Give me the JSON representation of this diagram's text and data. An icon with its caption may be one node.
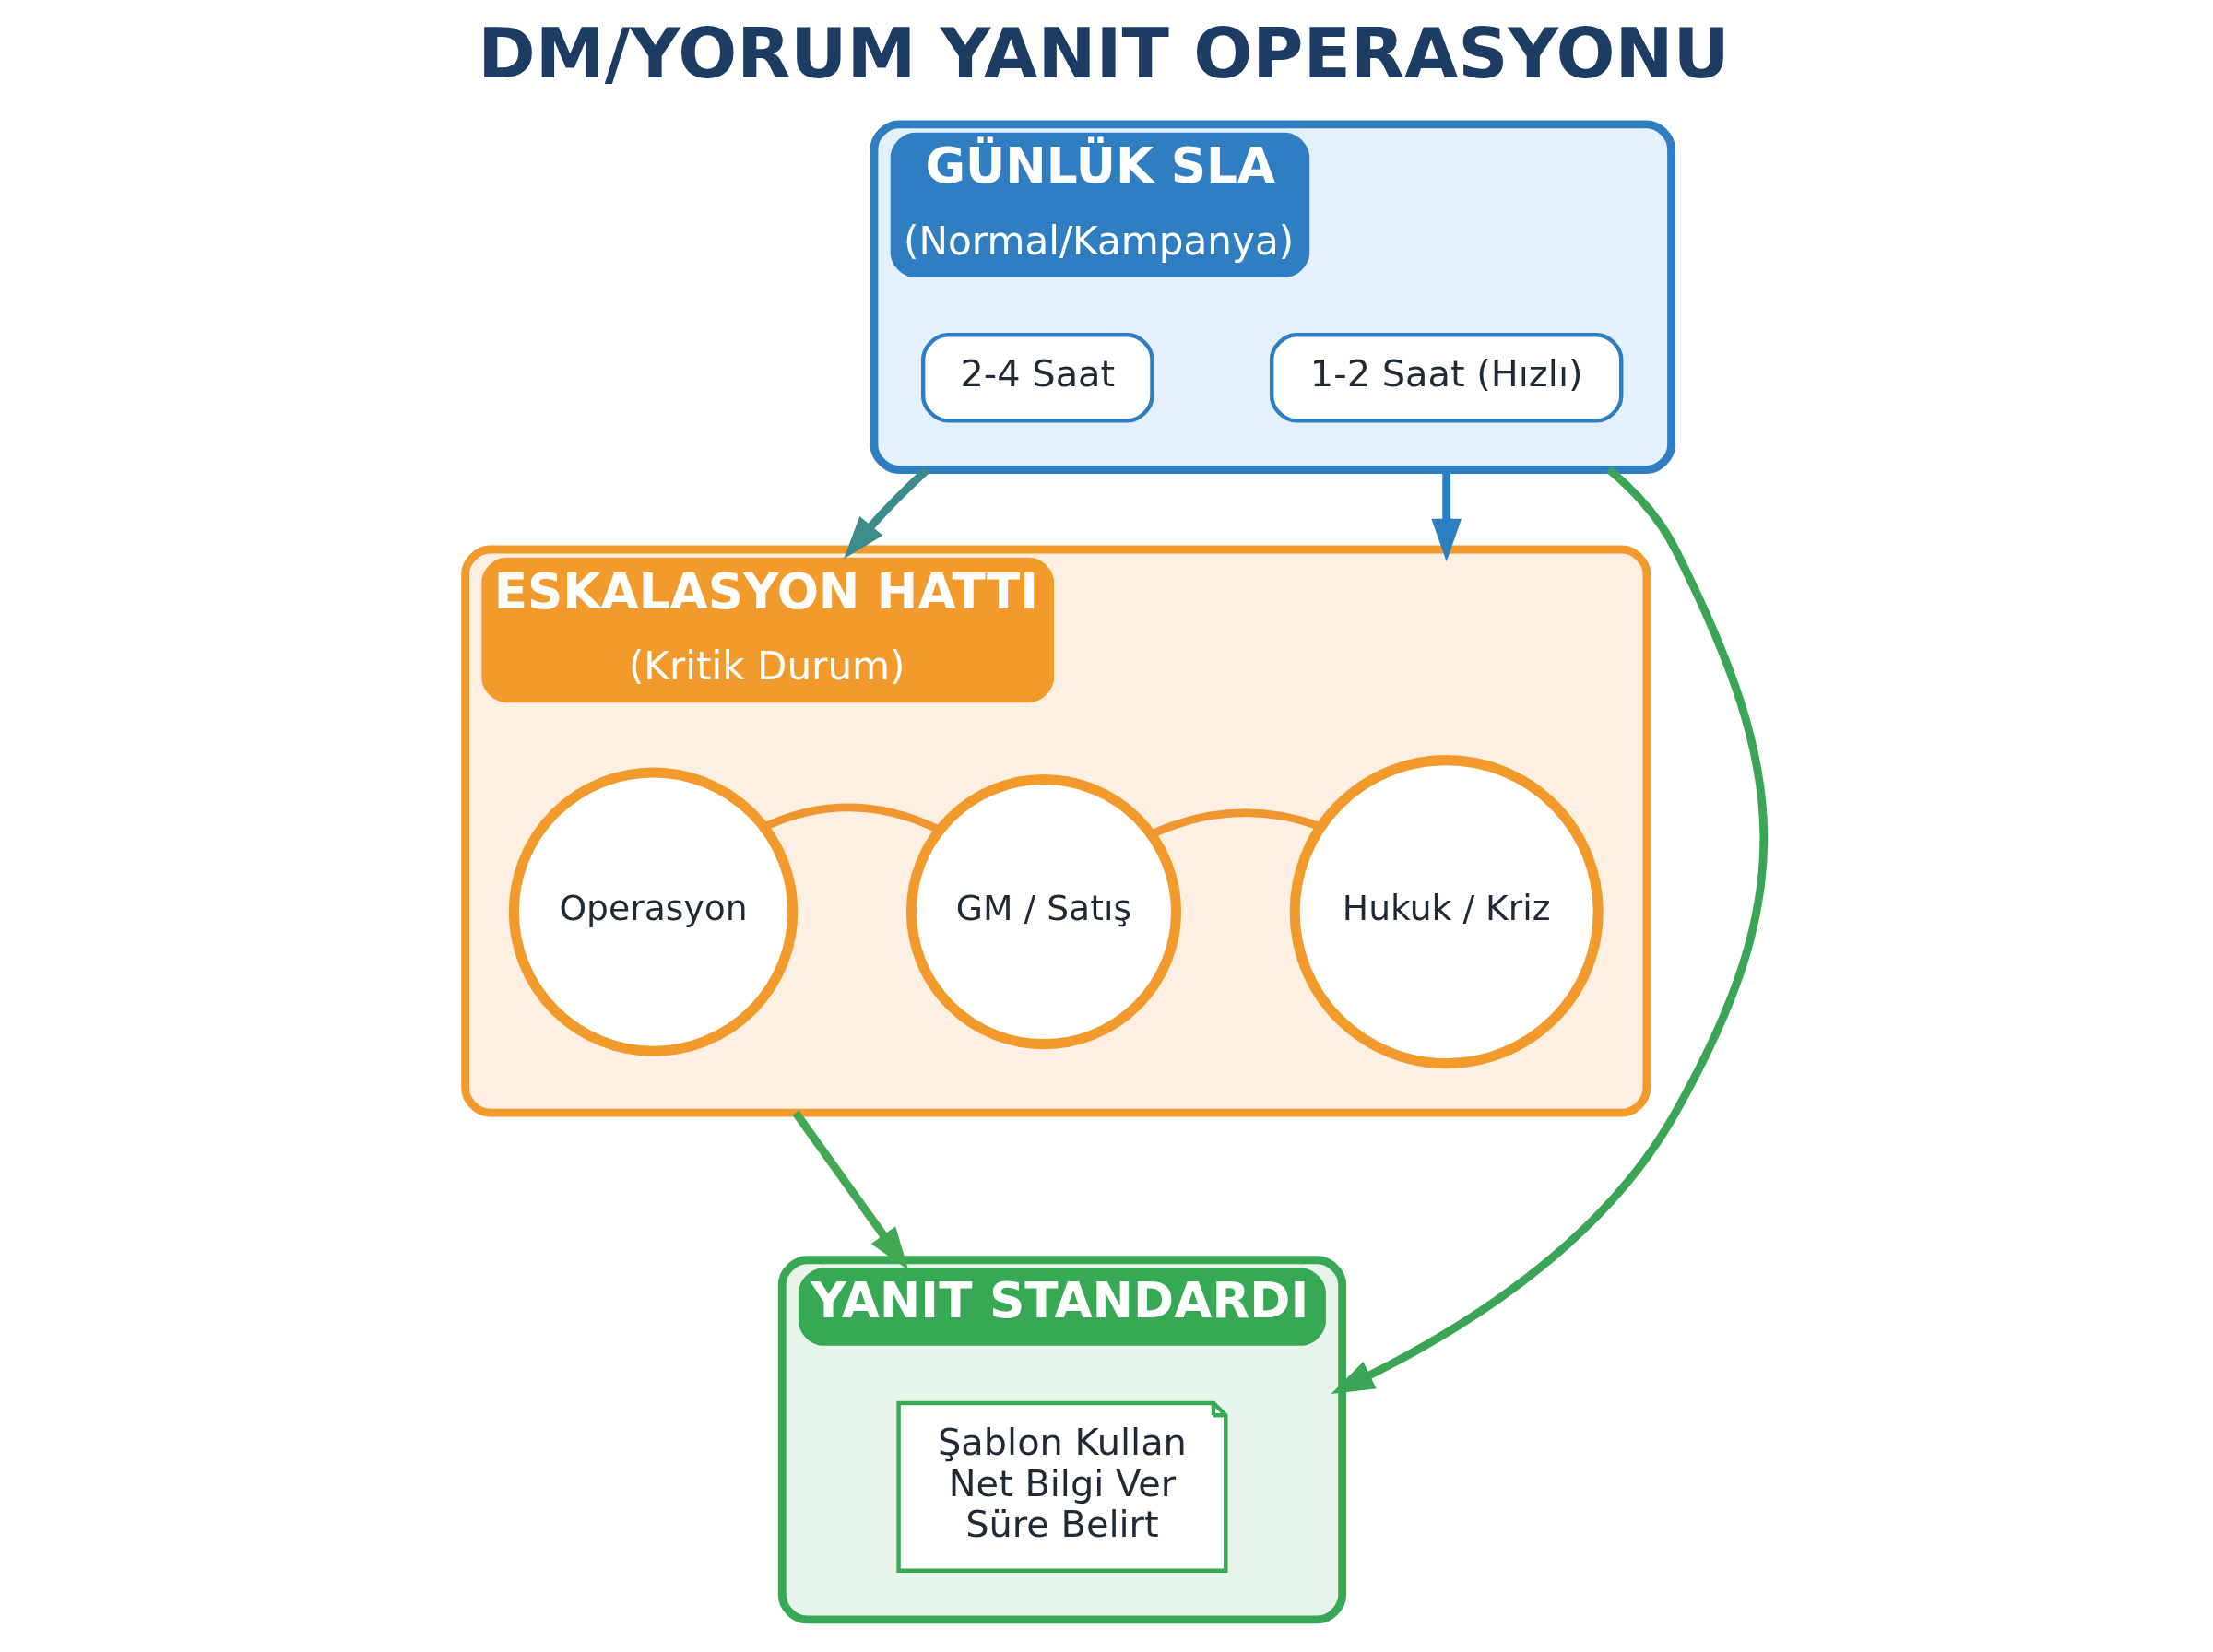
{
  "diagram": {
    "title": "DM/YORUM YANIT OPERASYONU",
    "nodes": [
      {
        "text": [
          "GÜNLÜK SLA",
          "(Normal/Kampanya)"
        ]
      },
      {
        "text": [
          "2-4 Saat"
        ],
        "in": 0
      },
      {
        "text": [
          "1-2 Saat (Hızlı)"
        ],
        "in": 0
      },
      {
        "text": [
          "ESKALASYON HATTI",
          "(Kritik Durum)"
        ]
      },
      {
        "text": [
          "Operasyon"
        ],
        "in": 3
      },
      {
        "text": [
          "GM / Satış"
        ],
        "in": 3
      },
      {
        "text": [
          "Hukuk / Kriz"
        ],
        "in": 3
      },
      {
        "text": [
          "YANIT STANDARDI"
        ]
      },
      {
        "text": [
          "Şablon Kullan",
          "Net Bilgi Ver",
          "Süre Belirt"
        ],
        "in": 7
      }
    ],
    "edges": [
      {
        "from": 0,
        "to": 7,
        "arrow": "to",
        "color": "#3aa655"
      },
      {
        "from": 0,
        "to": 3,
        "arrow": "to",
        "color": "#3d8c8c"
      },
      {
        "from": 0,
        "to": 3,
        "arrow": "to",
        "color": "#2a7fc1"
      },
      {
        "from": 3,
        "to": 7,
        "arrow": "to",
        "color": "#43a853"
      },
      {
        "from": 4,
        "to": 5,
        "arrow": "none",
        "color": "#f0962e"
      },
      {
        "from": 5,
        "to": 6,
        "arrow": "none",
        "color": "#f0962e"
      }
    ]
  }
}
